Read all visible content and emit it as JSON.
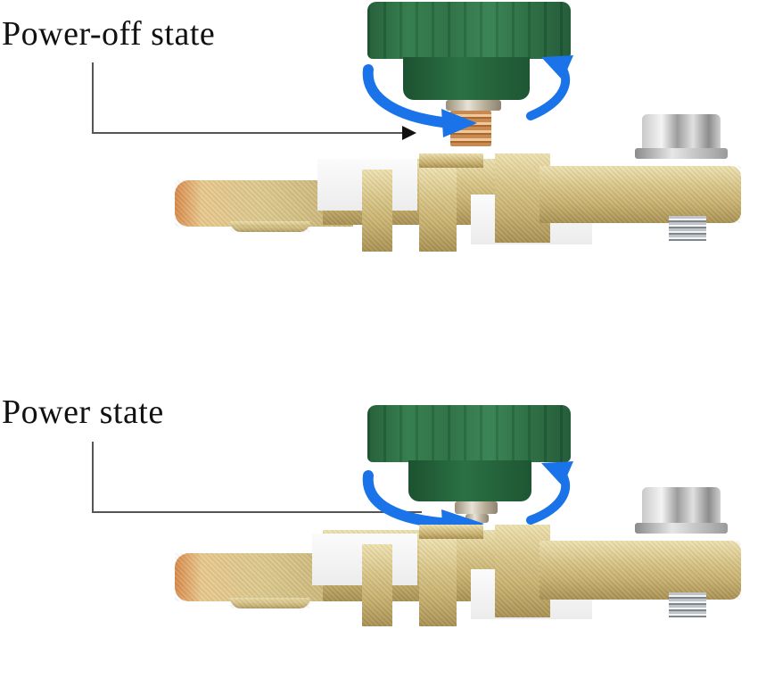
{
  "figure": {
    "subject": "battery disconnect switch terminal",
    "panels": [
      {
        "label": "Power-off state",
        "state": "off",
        "arrow_color": "#1a73e8",
        "knob_color": "#2a6e41"
      },
      {
        "label": "Power state",
        "state": "on",
        "arrow_color": "#1a73e8",
        "knob_color": "#2a6e41"
      }
    ],
    "icons": {
      "rotation_arrow": "curved-arrow-icon",
      "pointer_arrow": "arrow-right-icon"
    }
  }
}
